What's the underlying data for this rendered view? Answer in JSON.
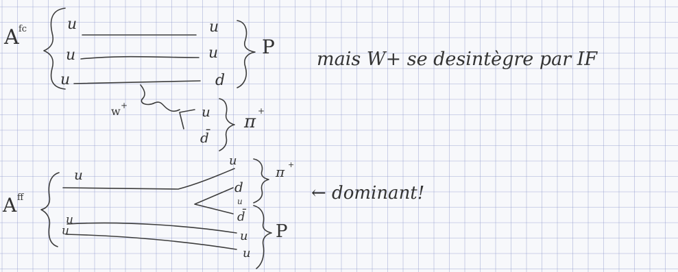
{
  "diagram_1": {
    "label": "A",
    "label_sup": "fc",
    "rows": [
      {
        "left": "u",
        "right": "u"
      },
      {
        "left": "u",
        "right": "u"
      },
      {
        "left": "u",
        "right": "d"
      }
    ],
    "brace_label": "P",
    "note": "mais W+ se desintègre par IF"
  },
  "w_decay": {
    "w_label": "w",
    "w_sup": "+",
    "products": [
      "u",
      "d̄"
    ],
    "brace_label": "π",
    "brace_sup": "+"
  },
  "diagram_2": {
    "label": "A",
    "label_sup": "ff",
    "quark_top": "u",
    "quark_pair": [
      "u",
      "u"
    ],
    "right_column": [
      "u",
      "d",
      "u",
      "d̄",
      "u",
      "u"
    ],
    "pion_label": "π",
    "pion_sup": "+",
    "proton_label": "P",
    "note": "← dominant!"
  },
  "colors": {
    "paper": "#f7f8fb",
    "grid": "#8f99cc",
    "ink": "#3c3c3c"
  }
}
